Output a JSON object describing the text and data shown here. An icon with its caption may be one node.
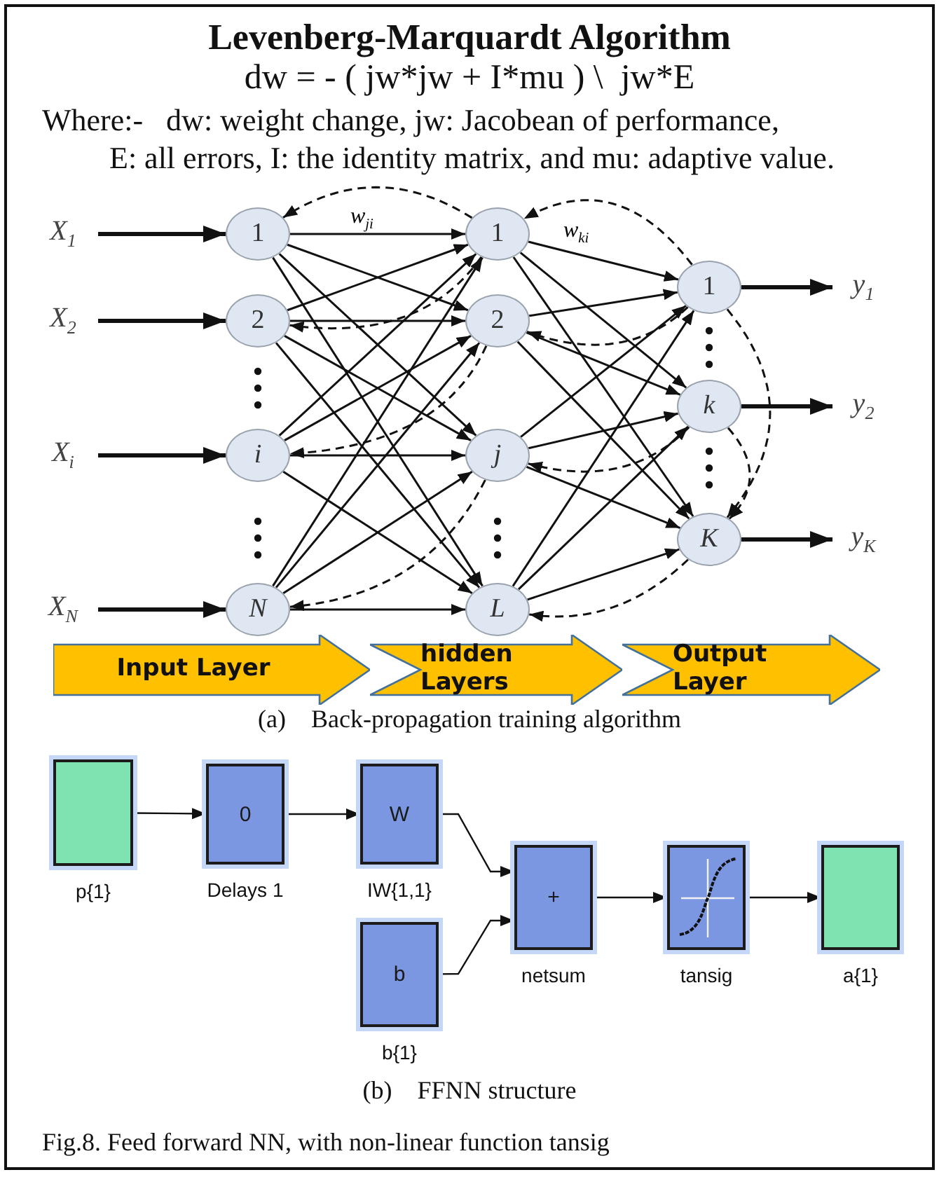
{
  "diagram": {
    "title": "Levenberg-Marquardt Algorithm",
    "caption": "Fig.8. Feed forward NN, with non-linear function tansig",
    "nodes": [
      {
        "text": [
          "X$_{1}$"
        ]
      },
      {
        "text": [
          "X$_{2}$"
        ]
      },
      {
        "text": [
          "X$_{i}$"
        ]
      },
      {
        "text": [
          "X$_{N}$"
        ]
      },
      {
        "text": [
          "1"
        ]
      },
      {
        "text": [
          "2"
        ]
      },
      {
        "text": [
          "i"
        ]
      },
      {
        "text": [
          "N"
        ]
      },
      {
        "text": [
          "1"
        ]
      },
      {
        "text": [
          "2"
        ]
      },
      {
        "text": [
          "j"
        ]
      },
      {
        "text": [
          "L"
        ]
      },
      {
        "text": [
          "1"
        ]
      },
      {
        "text": [
          "k"
        ]
      },
      {
        "text": [
          "K"
        ]
      },
      {
        "text": [
          "y$_{1}$"
        ]
      },
      {
        "text": [
          "y$_{2}$"
        ]
      },
      {
        "text": [
          "y$_{K}$"
        ]
      },
      {
        "text": [
          "Input Layer"
        ]
      },
      {
        "text": [
          "hidden Layers"
        ]
      },
      {
        "text": [
          "Output Layer"
        ]
      },
      {
        "text": [],
        "shape": "box",
        "beside": [
          "p{1}"
        ]
      },
      {
        "text": [
          "0"
        ],
        "beside": [
          "Delays 1"
        ]
      },
      {
        "text": [
          "W"
        ],
        "beside": [
          "IW{1,1}"
        ]
      },
      {
        "text": [
          "b"
        ],
        "beside": [
          "b{1}"
        ]
      },
      {
        "text": [
          "+"
        ],
        "beside": [
          "netsum"
        ]
      },
      {
        "text": [],
        "shape": "box",
        "beside": [
          "tansig"
        ]
      },
      {
        "text": [],
        "shape": "box",
        "beside": [
          "a{1}"
        ]
      }
    ],
    "edges": [
      {
        "from": 0,
        "to": 4,
        "arrow": "to",
        "style": "thick"
      },
      {
        "from": 1,
        "to": 5,
        "arrow": "to",
        "style": "thick"
      },
      {
        "from": 2,
        "to": 6,
        "arrow": "to",
        "style": "thick"
      },
      {
        "from": 3,
        "to": 7,
        "arrow": "to",
        "style": "thick"
      },
      {
        "from": 4,
        "to": 8,
        "arrow": "to",
        "label": "w$_{ji}$"
      },
      {
        "from": 4,
        "to": 9,
        "arrow": "to"
      },
      {
        "from": 4,
        "to": 10,
        "arrow": "to"
      },
      {
        "from": 4,
        "to": 11,
        "arrow": "to"
      },
      {
        "from": 5,
        "to": 8,
        "arrow": "to"
      },
      {
        "from": 5,
        "to": 9,
        "arrow": "to"
      },
      {
        "from": 5,
        "to": 10,
        "arrow": "to"
      },
      {
        "from": 5,
        "to": 11,
        "arrow": "to"
      },
      {
        "from": 6,
        "to": 8,
        "arrow": "to"
      },
      {
        "from": 6,
        "to": 9,
        "arrow": "to"
      },
      {
        "from": 6,
        "to": 10,
        "arrow": "to"
      },
      {
        "from": 6,
        "to": 11,
        "arrow": "to"
      },
      {
        "from": 7,
        "to": 8,
        "arrow": "to"
      },
      {
        "from": 7,
        "to": 9,
        "arrow": "to"
      },
      {
        "from": 7,
        "to": 10,
        "arrow": "to"
      },
      {
        "from": 7,
        "to": 11,
        "arrow": "to"
      },
      {
        "from": 8,
        "to": 12,
        "arrow": "to",
        "label": "w$_{ki}$"
      },
      {
        "from": 8,
        "to": 13,
        "arrow": "to"
      },
      {
        "from": 8,
        "to": 14,
        "arrow": "to"
      },
      {
        "from": 9,
        "to": 12,
        "arrow": "to"
      },
      {
        "from": 9,
        "to": 13,
        "arrow": "to"
      },
      {
        "from": 9,
        "to": 14,
        "arrow": "to"
      },
      {
        "from": 10,
        "to": 12,
        "arrow": "to"
      },
      {
        "from": 10,
        "to": 13,
        "arrow": "to"
      },
      {
        "from": 10,
        "to": 14,
        "arrow": "to"
      },
      {
        "from": 11,
        "to": 12,
        "arrow": "to"
      },
      {
        "from": 11,
        "to": 13,
        "arrow": "to"
      },
      {
        "from": 11,
        "to": 14,
        "arrow": "to"
      },
      {
        "from": 12,
        "to": 15,
        "arrow": "to",
        "style": "thick"
      },
      {
        "from": 13,
        "to": 16,
        "arrow": "to",
        "style": "thick"
      },
      {
        "from": 14,
        "to": 17,
        "arrow": "to",
        "style": "thick"
      },
      {
        "from": 8,
        "to": 4,
        "arrow": "to",
        "style": "dashed"
      },
      {
        "from": 8,
        "to": 5,
        "arrow": "to",
        "style": "dashed"
      },
      {
        "from": 9,
        "to": 6,
        "arrow": "to",
        "style": "dashed"
      },
      {
        "from": 10,
        "to": 7,
        "arrow": "to",
        "style": "dashed"
      },
      {
        "from": 12,
        "to": 8,
        "arrow": "to",
        "style": "dashed"
      },
      {
        "from": 12,
        "to": 9,
        "arrow": "to",
        "style": "dashed"
      },
      {
        "from": 13,
        "to": 10,
        "arrow": "to",
        "style": "dashed"
      },
      {
        "from": 14,
        "to": 11,
        "arrow": "to",
        "style": "dashed"
      },
      {
        "from": 12,
        "to": 14,
        "arrow": "to",
        "style": "dashed"
      },
      {
        "from": 13,
        "to": 14,
        "arrow": "to",
        "style": "dashed"
      },
      {
        "from": 21,
        "to": 22,
        "arrow": "to"
      },
      {
        "from": 22,
        "to": 23,
        "arrow": "to"
      },
      {
        "from": 23,
        "to": 25,
        "arrow": "to"
      },
      {
        "from": 24,
        "to": 25,
        "arrow": "to"
      },
      {
        "from": 25,
        "to": 26,
        "arrow": "to"
      },
      {
        "from": 26,
        "to": 27,
        "arrow": "to"
      }
    ],
    "labels": [
      "dw = - ( jw*jw + I*mu ) \\  jw*E",
      "Where:-   dw: weight change, jw: Jacobean of performance, E: all errors, I: the identity matrix, and mu: adaptive value.",
      "(a)    Back-propagation training algorithm",
      "(b)    FFNN structure"
    ]
  }
}
